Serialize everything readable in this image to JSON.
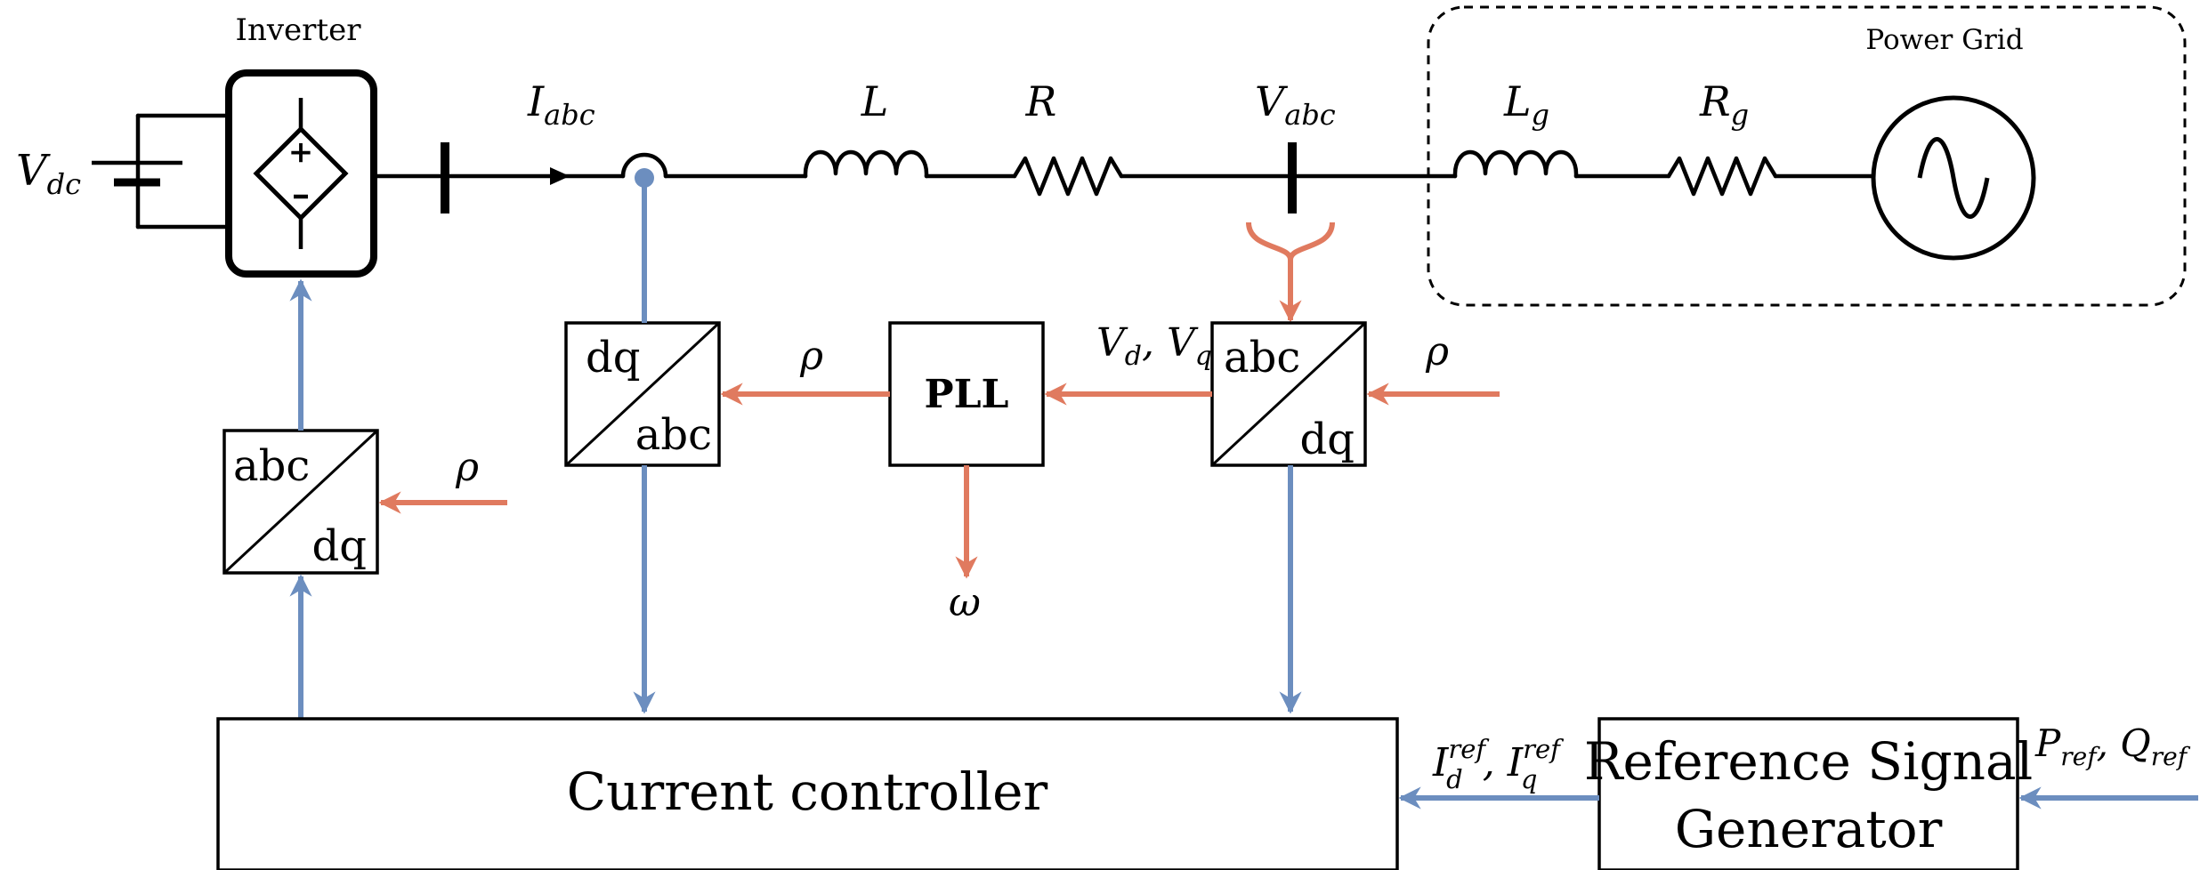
{
  "labels": {
    "inverter": "Inverter",
    "power_grid": "Power Grid",
    "vdc": "V",
    "vdc_sub": "dc",
    "iabc": "I",
    "iabc_sub": "abc",
    "l": "L",
    "r": "R",
    "vabc": "V",
    "vabc_sub": "abc",
    "lg": "L",
    "lg_sub": "g",
    "rg": "R",
    "rg_sub": "g",
    "rho": "ρ",
    "omega": "ω",
    "vd": "V",
    "vd_sub": "d",
    "vq": "V",
    "vq_sub": "q",
    "comma": ", ",
    "id_ref": "I",
    "id_ref_sub": "d",
    "iq_ref": "I",
    "iq_ref_sub": "q",
    "ref_sup": "ref",
    "p_ref": "P",
    "q_ref": "Q",
    "ref_sub": "ref"
  },
  "blocks": {
    "pll": "PLL",
    "current_controller": "Current controller",
    "ref_gen_line1": "Reference Signal",
    "ref_gen_line2": "Generator",
    "abc": "abc",
    "dq": "dq"
  },
  "colors": {
    "blue": "#6c8ebf",
    "orange": "#e07a5f"
  }
}
